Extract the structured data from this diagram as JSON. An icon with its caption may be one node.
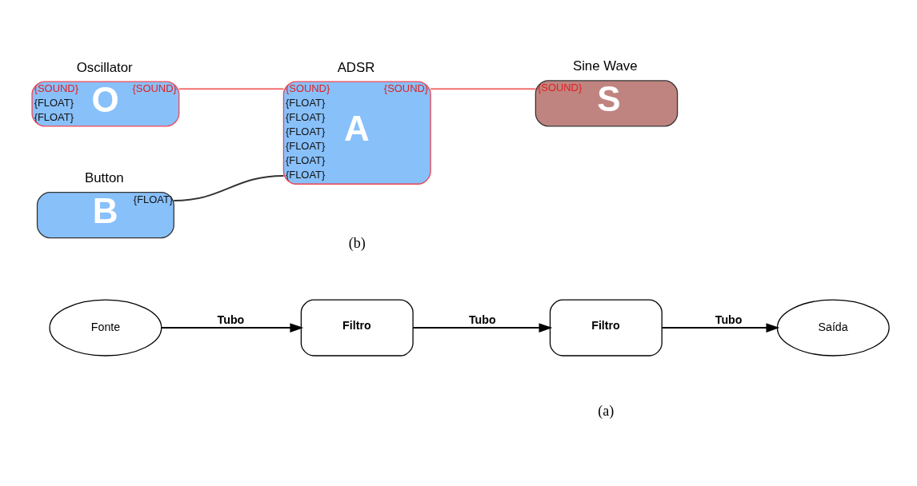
{
  "diagram": {
    "nodes": [
      {
        "text": [
          "Fonte"
        ]
      },
      {
        "text": [
          "Filtro"
        ]
      },
      {
        "text": [
          "Filtro"
        ]
      },
      {
        "text": [
          "Saída"
        ]
      },
      {
        "text": [
          "Oscillator",
          "{SOUND}",
          "O",
          "{SOUND}",
          "{FLOAT}",
          "{FLOAT}"
        ]
      },
      {
        "text": [
          "ADSR",
          "{SOUND}",
          "{SOUND}",
          "{FLOAT}",
          "{FLOAT}",
          "{FLOAT}",
          "A",
          "{FLOAT}",
          "{FLOAT}",
          "{FLOAT}"
        ]
      },
      {
        "text": [
          "Sine Wave",
          "{SOUND}",
          "S"
        ]
      },
      {
        "text": [
          "Button",
          "B",
          "{FLOAT}"
        ]
      }
    ],
    "edges": [
      {
        "from": 0,
        "to": 1,
        "arrow": "to",
        "label": "Tubo"
      },
      {
        "from": 1,
        "to": 2,
        "arrow": "to",
        "label": "Tubo"
      },
      {
        "from": 2,
        "to": 3,
        "arrow": "to",
        "label": "Tubo"
      },
      {
        "from": 4,
        "to": 5,
        "arrow": "none",
        "color": "#f07070"
      },
      {
        "from": 5,
        "to": 6,
        "arrow": "none",
        "color": "#f07070"
      },
      {
        "from": 7,
        "to": 5,
        "arrow": "none"
      }
    ],
    "labels": [
      "(a)",
      "(b)"
    ]
  }
}
